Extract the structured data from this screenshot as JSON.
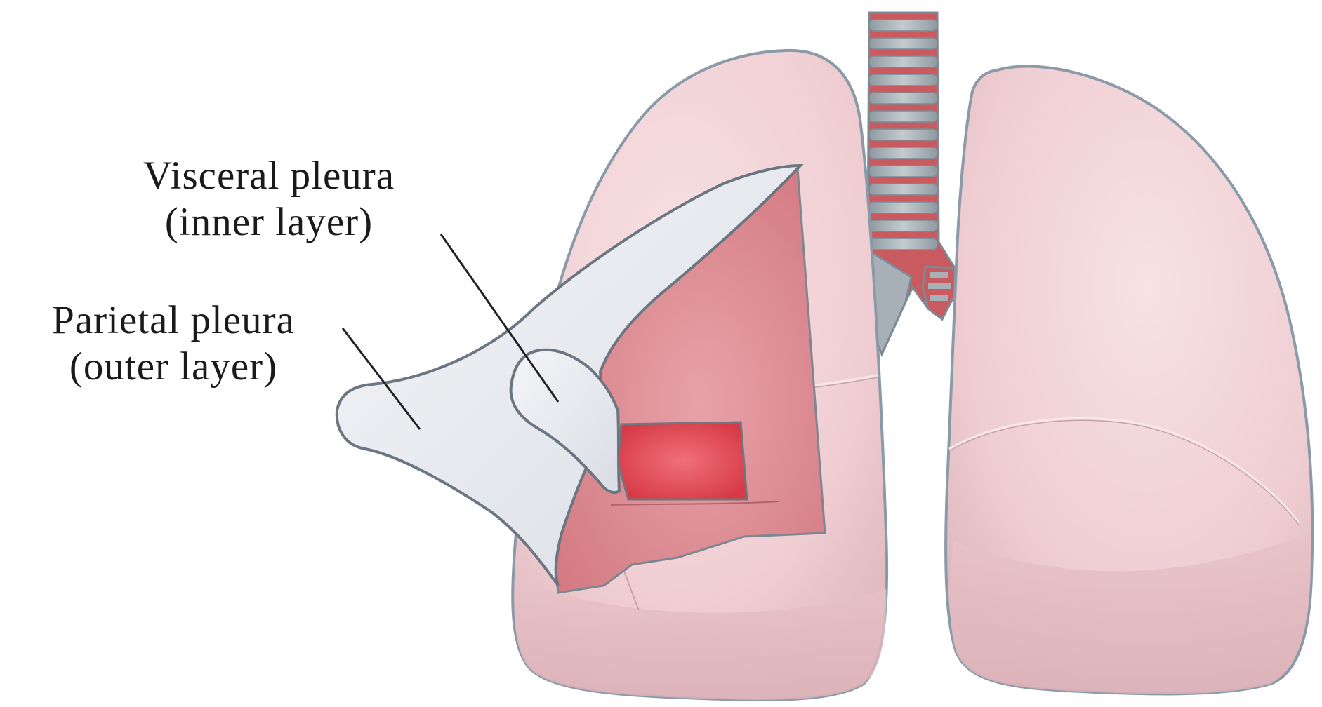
{
  "labels": {
    "visceral": {
      "line1": "Visceral pleura",
      "line2": "(inner layer)"
    },
    "parietal": {
      "line1": "Parietal pleura",
      "line2": "(outer layer)"
    }
  },
  "colors": {
    "background": "#ffffff",
    "lung_surface": "#f2d3d6",
    "lung_shadow": "#e2bcc1",
    "lung_outline": "#8a9aa8",
    "lung_tissue": "#d9868f",
    "lung_tissue_deep": "#e04a55",
    "pleura_membrane": "#e3e6ec",
    "trachea_ring": "#a6b0b6",
    "trachea_gap": "#c95a60",
    "leader_line": "#222222"
  }
}
